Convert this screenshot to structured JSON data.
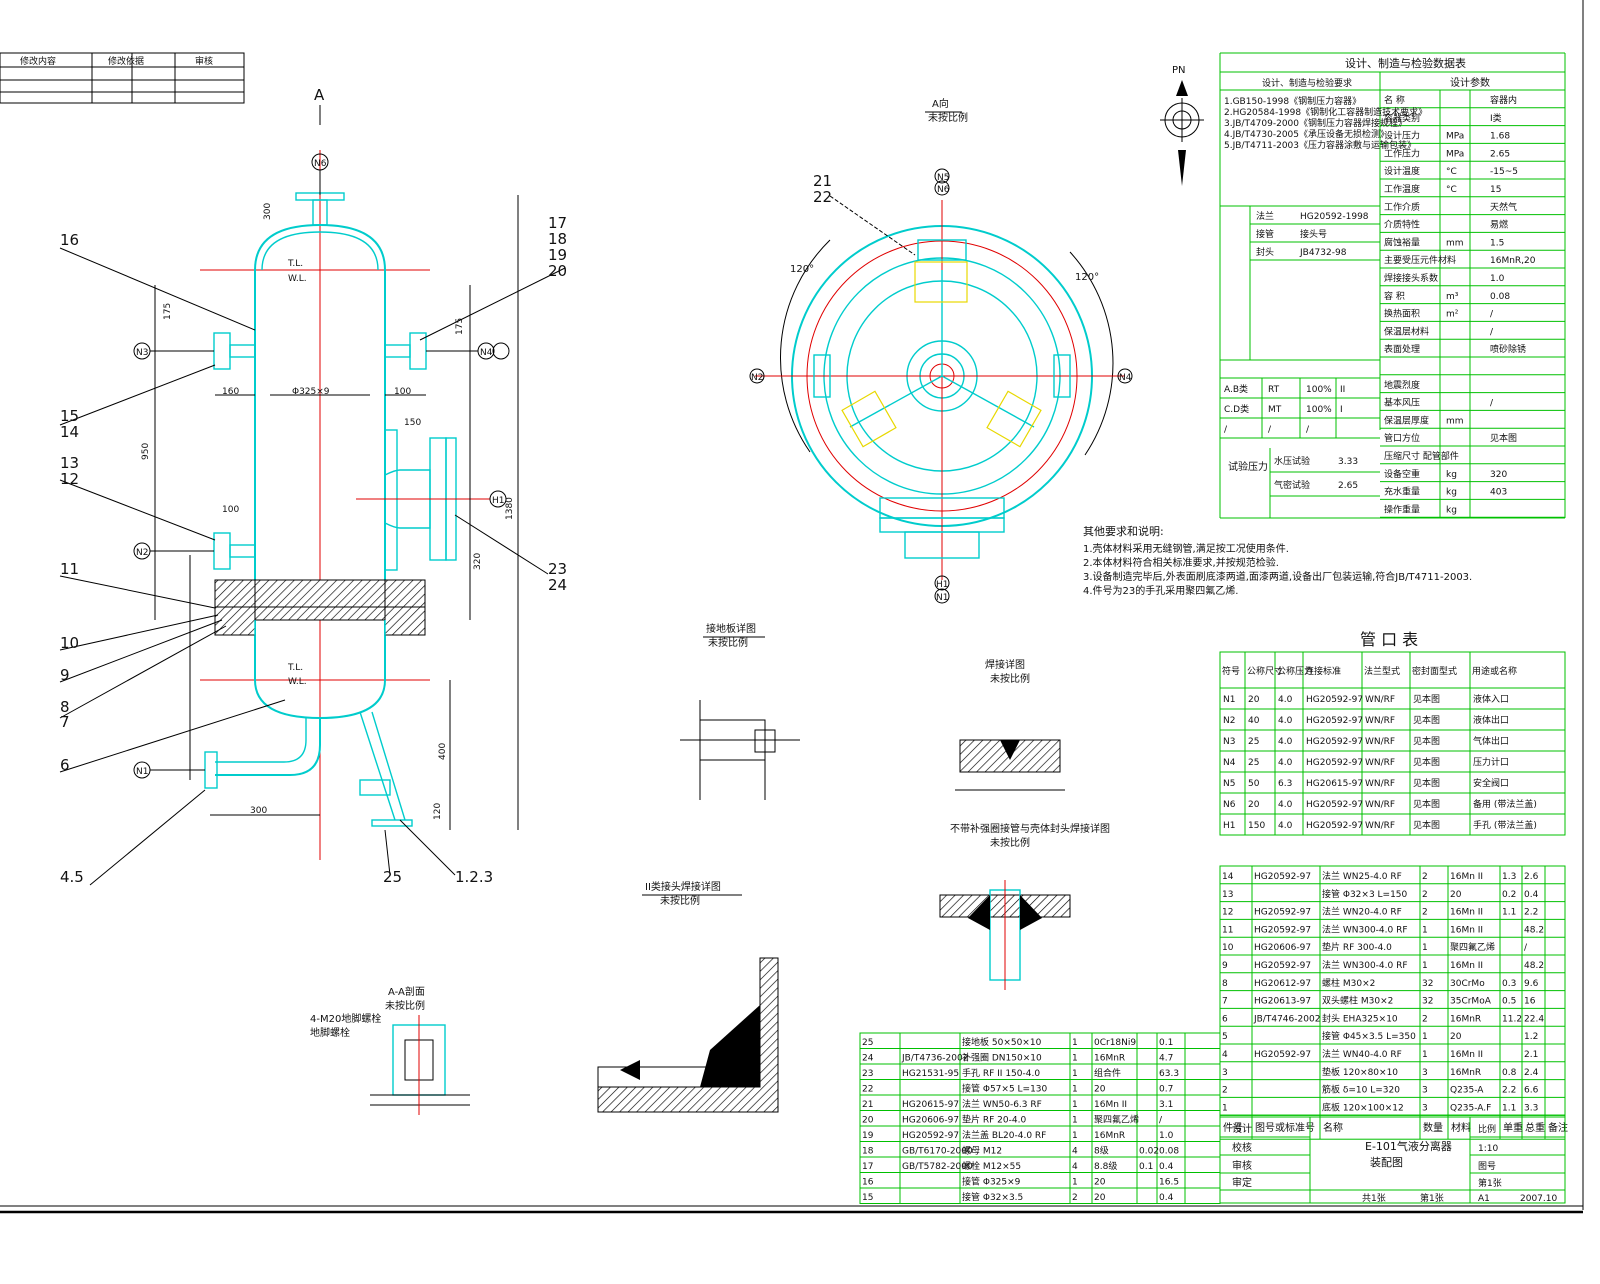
{
  "revision_table": {
    "headers": [
      "修改内容",
      "修改依据",
      "审核"
    ]
  },
  "main_view": {
    "section_mark": "A",
    "nozzle_tags": [
      "N6",
      "N3",
      "N4",
      "N2",
      "N5",
      "N1",
      "H1"
    ],
    "dims": {
      "d300_top": "300",
      "d175_left": "175",
      "d175_right": "175",
      "d160": "160",
      "d100_right": "100",
      "shell": "Φ325×9",
      "d150": "150",
      "d950": "950",
      "d320": "320",
      "d1380": "1380",
      "d100_mid": "100",
      "d300_bottom": "300",
      "d400": "400",
      "d120": "120",
      "tl_top": "T.L.",
      "wl_top": "W.L.",
      "tl_bot": "T.L.",
      "wl_bot": "W.L."
    },
    "part_labels": {
      "p16": "16",
      "p17": "17",
      "p18": "18",
      "p19": "19",
      "p20": "20",
      "p15": "15",
      "p14": "14",
      "p13": "13",
      "p12": "12",
      "p11": "11",
      "p10": "10",
      "p9": "9",
      "p8": "8",
      "p7": "7",
      "p6": "6",
      "p45": "4.5",
      "p25": "25",
      "p123": "1.2.3",
      "p23": "23",
      "p24": "24"
    }
  },
  "top_view": {
    "title": "A向",
    "subtitle": "未按比例",
    "angle_left": "120°",
    "angle_right": "120°",
    "labels": {
      "p21": "21",
      "p22": "22"
    }
  },
  "north": {
    "label": "PN"
  },
  "detail_titles": {
    "a": {
      "title": "接地板详图",
      "scale": "未按比例"
    },
    "b": {
      "title": "焊接详图",
      "scale": "未按比例"
    },
    "c": {
      "title": "不带补强圈接管与壳体封头焊接详图",
      "scale": "未按比例"
    },
    "d": {
      "title": "II类接头焊接详图",
      "scale": "未按比例"
    },
    "e": {
      "title": "A-A剖面",
      "scale": "未按比例"
    }
  },
  "anchor_bolt": {
    "line1": "4-M20地脚螺栓",
    "line2": "地脚螺栓"
  },
  "notes": {
    "title": "其他要求和说明:",
    "items": [
      "1.壳体材料采用无缝钢管,满足按工况使用条件.",
      "2.本体材料符合相关标准要求,并按规范检验.",
      "3.设备制造完毕后,外表面刷底漆两道,面漆两道,设备出厂包装运输,符合JB/T4711-2003.",
      "4.件号为23的手孔采用聚四氟乙烯."
    ]
  },
  "design_table": {
    "title": "设计、制造与检验数据表",
    "left_head": "设计、制造与检验要求",
    "right_head": "设计参数",
    "rows": [
      [
        "名 称",
        "",
        "容器内"
      ],
      [
        "容器类别",
        "",
        "I类"
      ],
      [
        "设计压力",
        "MPa",
        "1.68"
      ],
      [
        "工作压力",
        "MPa",
        "2.65"
      ],
      [
        "设计温度",
        "°C",
        "-15~5"
      ],
      [
        "工作温度",
        "°C",
        "15"
      ],
      [
        "工作介质",
        "",
        "天然气"
      ],
      [
        "介质特性",
        "",
        "易燃"
      ],
      [
        "腐蚀裕量",
        "mm",
        "1.5"
      ],
      [
        "主要受压元件材料",
        "",
        "16MnR,20"
      ],
      [
        "焊接接头系数",
        "",
        "1.0"
      ],
      [
        "容 积",
        "m³",
        "0.08"
      ],
      [
        "换热面积",
        "m²",
        "/"
      ],
      [
        "保温层材料",
        "",
        "/"
      ],
      [
        "表面处理",
        "",
        "喷砂除锈"
      ],
      [
        "",
        "",
        ""
      ],
      [
        "地震烈度",
        "",
        ""
      ],
      [
        "基本风压",
        "",
        "/"
      ],
      [
        "保温层厚度",
        "mm",
        ""
      ],
      [
        "管口方位",
        "",
        "见本图"
      ],
      [
        "压缩尺寸 配管部件",
        "",
        ""
      ],
      [
        "设备空重",
        "kg",
        "320"
      ],
      [
        "充水重量",
        "kg",
        "403"
      ],
      [
        "操作重量",
        "kg",
        ""
      ]
    ],
    "standards": [
      "1.GB150-1998《钢制压力容器》",
      "2.HG20584-1998《钢制化工容器制造技术要求》",
      "3.JB/T4709-2000《钢制压力容器焊接规程》",
      "4.JB/T4730-2005《承压设备无损检测》",
      "5.JB/T4711-2003《压力容器涂敷与运输包装》"
    ],
    "weld_rows": [
      [
        "法兰",
        "HG20592-1998"
      ],
      [
        "接管",
        "接头号"
      ],
      [
        "封头",
        "JB4732-98"
      ]
    ],
    "ndt_rows": [
      [
        "A.B类",
        "RT",
        "100%",
        "II"
      ],
      [
        "C.D类",
        "MT",
        "100%",
        "I"
      ],
      [
        "/",
        "/",
        "/",
        ""
      ]
    ],
    "test_rows": [
      [
        "水压试验",
        "3.33"
      ],
      [
        "气密试验",
        "2.65"
      ]
    ],
    "test_label": "试验压力"
  },
  "nozzle_table": {
    "title": "管 口 表",
    "headers": [
      "符号",
      "公称尺寸",
      "公称压力",
      "连接标准",
      "法兰型式",
      "密封面型式",
      "用途或名称"
    ],
    "rows": [
      [
        "N1",
        "20",
        "4.0",
        "HG20592-97",
        "WN/RF",
        "见本图",
        "液体入口"
      ],
      [
        "N2",
        "40",
        "4.0",
        "HG20592-97",
        "WN/RF",
        "见本图",
        "液体出口"
      ],
      [
        "N3",
        "25",
        "4.0",
        "HG20592-97",
        "WN/RF",
        "见本图",
        "气体出口"
      ],
      [
        "N4",
        "25",
        "4.0",
        "HG20592-97",
        "WN/RF",
        "见本图",
        "压力计口"
      ],
      [
        "N5",
        "50",
        "6.3",
        "HG20615-97",
        "WN/RF",
        "见本图",
        "安全阀口"
      ],
      [
        "N6",
        "20",
        "4.0",
        "HG20592-97",
        "WN/RF",
        "见本图",
        "备用 (带法兰盖)"
      ],
      [
        "H1",
        "150",
        "4.0",
        "HG20592-97",
        "WN/RF",
        "见本图",
        "手孔 (带法兰盖)"
      ]
    ]
  },
  "parts_right": {
    "rows": [
      [
        "14",
        "HG20592-97",
        "法兰 WN25-4.0 RF",
        "2",
        "16Mn II",
        "1.3",
        "2.6"
      ],
      [
        "13",
        "",
        "接管 Φ32×3 L=150",
        "2",
        "20",
        "0.2",
        "0.4"
      ],
      [
        "12",
        "HG20592-97",
        "法兰 WN20-4.0 RF",
        "2",
        "16Mn II",
        "1.1",
        "2.2"
      ],
      [
        "11",
        "HG20592-97",
        "法兰 WN300-4.0 RF",
        "1",
        "16Mn II",
        "",
        "48.2"
      ],
      [
        "10",
        "HG20606-97",
        "垫片 RF 300-4.0",
        "1",
        "聚四氟乙烯",
        "",
        "/"
      ],
      [
        "9",
        "HG20592-97",
        "法兰 WN300-4.0 RF",
        "1",
        "16Mn II",
        "",
        "48.2"
      ],
      [
        "8",
        "HG20612-97",
        "螺柱 M30×2",
        "32",
        "30CrMo",
        "0.3",
        "9.6"
      ],
      [
        "7",
        "HG20613-97",
        "双头螺柱 M30×2",
        "32",
        "35CrMoA",
        "0.5",
        "16"
      ],
      [
        "6",
        "JB/T4746-2002",
        "封头 EHA325×10",
        "2",
        "16MnR",
        "11.2",
        "22.4"
      ],
      [
        "5",
        "",
        "接管 Φ45×3.5 L=350",
        "1",
        "20",
        "",
        "1.2"
      ],
      [
        "4",
        "HG20592-97",
        "法兰 WN40-4.0 RF",
        "1",
        "16Mn II",
        "",
        "2.1"
      ],
      [
        "3",
        "",
        "垫板 120×80×10",
        "3",
        "16MnR",
        "0.8",
        "2.4"
      ],
      [
        "2",
        "",
        "筋板 δ=10 L=320",
        "3",
        "Q235-A",
        "2.2",
        "6.6"
      ],
      [
        "1",
        "",
        "底板 120×100×12",
        "3",
        "Q235-A.F",
        "1.1",
        "3.3"
      ]
    ],
    "footer": [
      "件号",
      "图号或标准号",
      "名称",
      "数量",
      "材料",
      "单重",
      "总重",
      "备注"
    ]
  },
  "parts_left": {
    "rows": [
      [
        "25",
        "",
        "接地板 50×50×10",
        "1",
        "0Cr18Ni9",
        "",
        "0.1"
      ],
      [
        "24",
        "JB/T4736-2002",
        "补强圈 DN150×10",
        "1",
        "16MnR",
        "",
        "4.7"
      ],
      [
        "23",
        "HG21531-95",
        "手孔 RF II 150-4.0",
        "1",
        "组合件",
        "",
        "63.3"
      ],
      [
        "22",
        "",
        "接管 Φ57×5 L=130",
        "1",
        "20",
        "",
        "0.7"
      ],
      [
        "21",
        "HG20615-97",
        "法兰 WN50-6.3 RF",
        "1",
        "16Mn II",
        "",
        "3.1"
      ],
      [
        "20",
        "HG20606-97",
        "垫片 RF 20-4.0",
        "1",
        "聚四氟乙烯",
        "",
        "/"
      ],
      [
        "19",
        "HG20592-97",
        "法兰盖 BL20-4.0 RF",
        "1",
        "16MnR",
        "",
        "1.0"
      ],
      [
        "18",
        "GB/T6170-2000",
        "螺母 M12",
        "4",
        "8级",
        "0.02",
        "0.08"
      ],
      [
        "17",
        "GB/T5782-2000",
        "螺栓 M12×55",
        "4",
        "8.8级",
        "0.1",
        "0.4"
      ],
      [
        "16",
        "",
        "接管 Φ325×9",
        "1",
        "20",
        "",
        "16.5"
      ],
      [
        "15",
        "",
        "接管 Φ32×3.5",
        "2",
        "20",
        "",
        "0.4"
      ]
    ]
  },
  "title_block": {
    "drawing_title_1": "E-101气液分离器",
    "drawing_title_2": "装配图",
    "roles": [
      "设计",
      "校核",
      "审核",
      "审定"
    ],
    "side": [
      "比例",
      "1:10",
      "图号",
      "第1张"
    ],
    "bottom": [
      "共1张",
      "第1张",
      "A1",
      "2007.10"
    ]
  }
}
